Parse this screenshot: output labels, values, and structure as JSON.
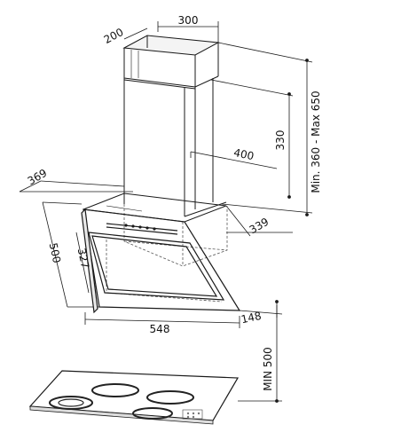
{
  "dimensions": {
    "chimney_depth": "200",
    "chimney_width": "300",
    "chimney_height_range": "Min. 360 - Max 650",
    "upper_chimney_height": "330",
    "canopy_width_top": "400",
    "canopy_depth": "369",
    "canopy_side_depth": "339",
    "glass_height": "500",
    "glass_inner_height": "327",
    "glass_width": "548",
    "glass_projection": "148",
    "min_hob_clearance": "MIN 500"
  },
  "colors": {
    "line": "#1a1a1a",
    "dashed": "#555555",
    "hob_burner": "#222222"
  }
}
